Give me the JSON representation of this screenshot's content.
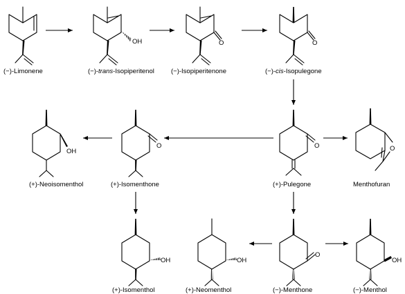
{
  "compounds": {
    "limonene": {
      "pre": "(−)-Limonene",
      "ital": "",
      "post": ""
    },
    "trans_isopiperitenol": {
      "pre": "(−)-",
      "ital": "trans",
      "post": "-Isopiperitenol"
    },
    "isopiperitenone": {
      "pre": "(−)-Isopiperitenone",
      "ital": "",
      "post": ""
    },
    "cis_isopulegone": {
      "pre": "(−)-",
      "ital": "cis",
      "post": "-Isopulegone"
    },
    "neoisomenthol": {
      "pre": "(+)-Neoisomenthol",
      "ital": "",
      "post": ""
    },
    "isomenthone": {
      "pre": "(+)-Isomenthone",
      "ital": "",
      "post": ""
    },
    "pulegone": {
      "pre": "(+)-Pulegone",
      "ital": "",
      "post": ""
    },
    "menthofuran": {
      "pre": "Menthofuran",
      "ital": "",
      "post": ""
    },
    "isomenthol": {
      "pre": "(+)-Isomenthol",
      "ital": "",
      "post": ""
    },
    "neomenthol": {
      "pre": "(+)-Neomenthol",
      "ital": "",
      "post": ""
    },
    "menthone": {
      "pre": "(−)-Menthone",
      "ital": "",
      "post": ""
    },
    "menthol": {
      "pre": "(−)-Menthol",
      "ital": "",
      "post": ""
    }
  },
  "atoms": {
    "hydroxyl": "OH",
    "oxygen": "O"
  }
}
